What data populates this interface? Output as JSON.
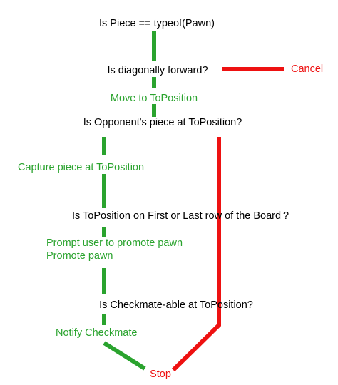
{
  "colors": {
    "question": "#000000",
    "yes_path": "#2aa32e",
    "no_path": "#ee1111",
    "background": "#ffffff"
  },
  "questions": {
    "is_pawn": "Is Piece == typeof(Pawn)",
    "diagonal": "Is diagonally forward?",
    "opponent_at_target": "Is Opponent's piece at ToPosition?",
    "first_last_row": "Is ToPosition on First or Last row of the Board ?",
    "checkmate_able": "Is Checkmate-able at ToPosition?"
  },
  "actions": {
    "move": "Move to ToPosition",
    "capture": "Capture piece at ToPosition",
    "prompt_promote": "Prompt user to promote pawn",
    "promote": "Promote pawn",
    "notify_checkmate": "Notify Checkmate"
  },
  "terminals": {
    "cancel": "Cancel",
    "stop": "Stop"
  }
}
